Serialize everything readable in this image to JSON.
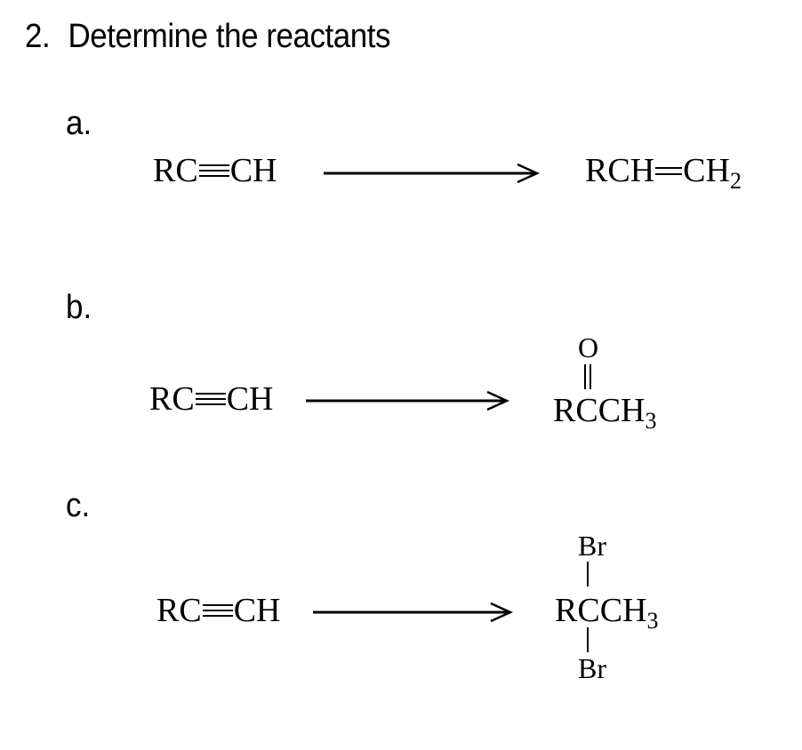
{
  "heading": {
    "number": "2.",
    "text": "Determine the reactants"
  },
  "parts": [
    {
      "label": "a.",
      "reactant": {
        "left": "RC",
        "right": "CH"
      },
      "product": {
        "left": "RCH",
        "right": "CH",
        "sub": "2"
      }
    },
    {
      "label": "b.",
      "reactant": {
        "left": "RC",
        "right": "CH"
      },
      "product": {
        "top": "O",
        "main": "RCCH",
        "sub": "3"
      }
    },
    {
      "label": "c.",
      "reactant": {
        "left": "RC",
        "right": "CH"
      },
      "product": {
        "top": "Br",
        "main": "RCCH",
        "sub": "3",
        "bottom": "Br"
      }
    }
  ]
}
